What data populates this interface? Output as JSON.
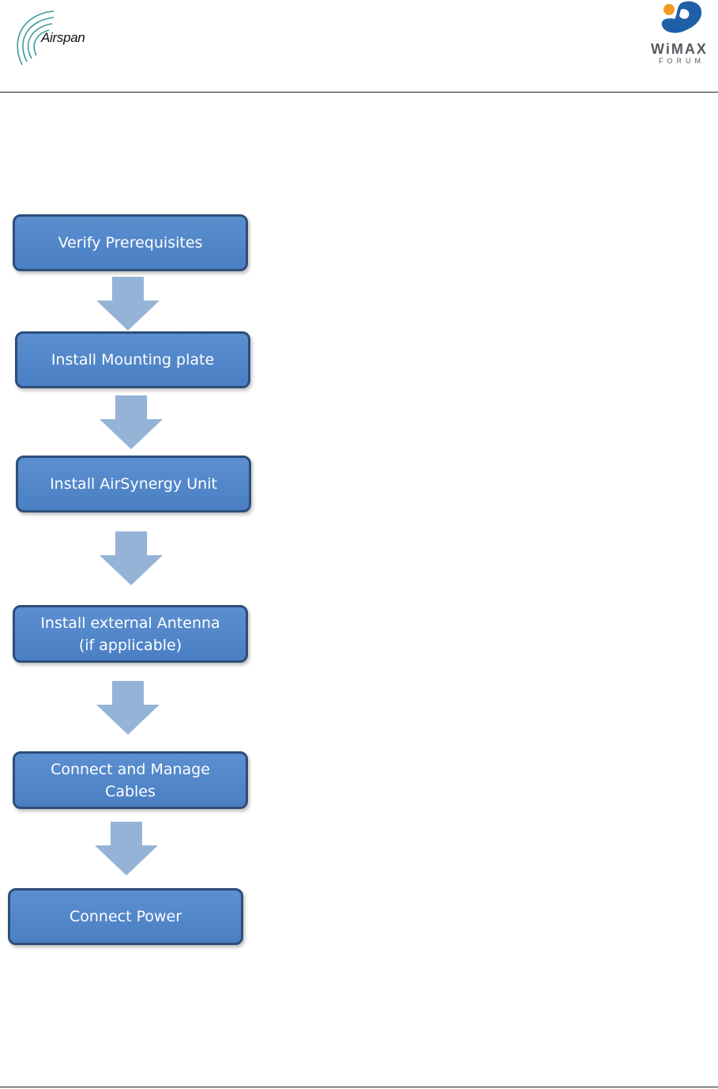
{
  "header": {
    "left_logo_text": "Airspan",
    "right_logo_text": "WiMAX",
    "right_logo_subtext": "FORUM"
  },
  "flow": {
    "steps": [
      {
        "label": "Verify Prerequisites"
      },
      {
        "label": "Install Mounting plate"
      },
      {
        "label": "Install AirSynergy Unit"
      },
      {
        "label": "Install  external Antenna\n(if applicable)"
      },
      {
        "label": "Connect and Manage\nCables"
      },
      {
        "label": "Connect Power"
      }
    ]
  },
  "colors": {
    "box_fill": "#4f81bd",
    "box_border": "#2d4e7a",
    "arrow_fill": "#95b3d7",
    "text": "#ffffff"
  }
}
